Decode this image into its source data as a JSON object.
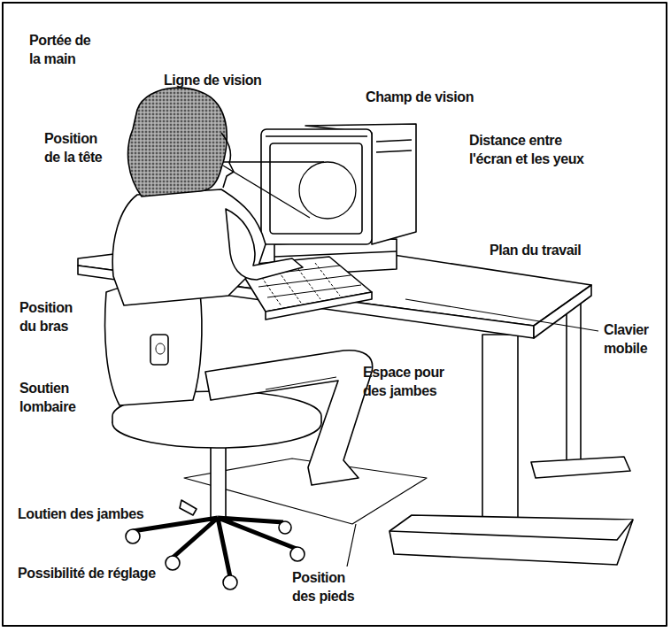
{
  "diagram": {
    "labels": [
      "Portée de la main",
      "Ligne de vision",
      "Champ de vision",
      "Position de la tête",
      "Distance entre l'écran et les yeux",
      "Plan du travail",
      "Position du bras",
      "Clavier mobile",
      "Espace pour des jambes",
      "Soutien lombaire",
      "Loutien des jambes",
      "Possibilité de réglage",
      "Position des pieds"
    ]
  }
}
